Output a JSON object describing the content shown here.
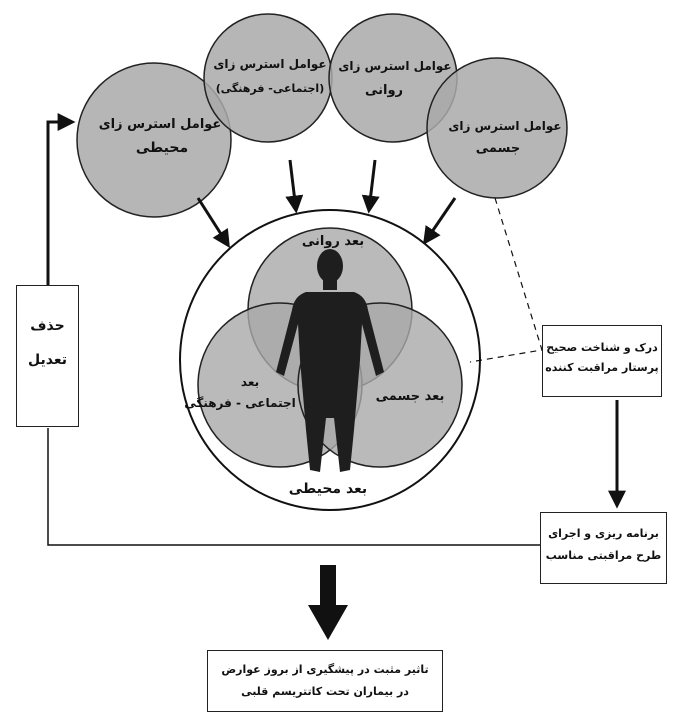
{
  "stressors": {
    "environmental": [
      "عوامل استرس زای",
      "محیطی"
    ],
    "sociocultural": [
      "عوامل استرس زای",
      "(اجتماعی- فرهنگی)"
    ],
    "psychological": [
      "عوامل استرس زای",
      "روانی"
    ],
    "physical": [
      "عوامل استرس زای",
      "جسمی"
    ]
  },
  "dimensions": {
    "psychological": "بعد روانی",
    "sociocultural": [
      "بعد",
      "اجتماعی - فرهنگی"
    ],
    "physical": "بعد جسمی",
    "environmental": "بعد محیطی"
  },
  "boxes": {
    "left": [
      "حذف",
      "تعدیل"
    ],
    "perception": [
      "درک و شناخت صحیح",
      "پرستار مراقبت کننده"
    ],
    "planning": [
      "برنامه ریزی و اجرای",
      "طرح مراقبتی مناسب"
    ],
    "result": [
      "تاثیر مثبت در پیشگیری از بروز عوارض",
      "در بیماران تحت کاتتریسم قلبی"
    ]
  },
  "colors": {
    "circle_fill": "#a9a9a9",
    "overlap_fill": "#7c7c7c",
    "figure_fill": "#1e1e1e",
    "line": "#111111"
  }
}
